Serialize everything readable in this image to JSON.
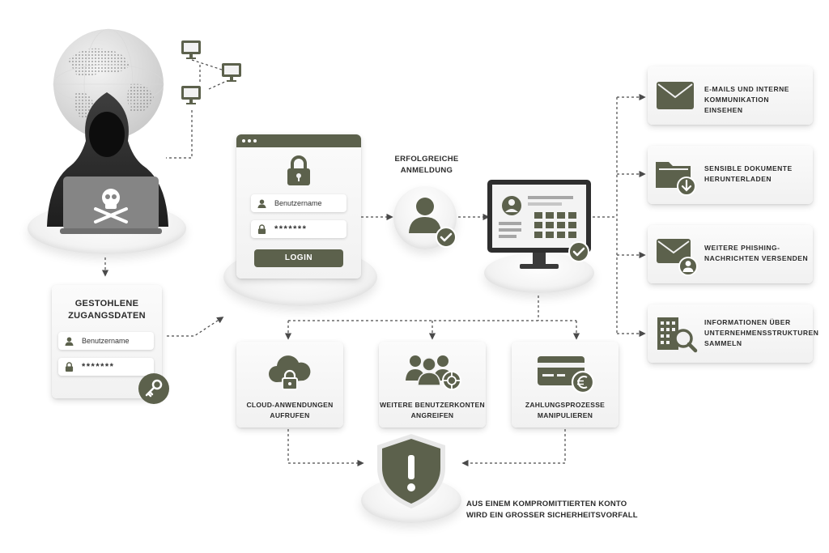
{
  "credentials": {
    "title_line1": "Gestohlene",
    "title_line2": "Zugangsdaten",
    "username": "Benutzername",
    "password": "*******"
  },
  "login": {
    "username": "Benutzername",
    "password": "*******",
    "button": "LOGIN"
  },
  "success": {
    "line1": "Erfolgreiche",
    "line2": "Anmeldung"
  },
  "outcomes": [
    {
      "line1": "E-Mails und interne",
      "line2": "Kommunikation einsehen",
      "icon": "envelope-icon"
    },
    {
      "line1": "Sensible Dokumente",
      "line2": "herunterladen",
      "icon": "folder-download-icon"
    },
    {
      "line1": "Weitere Phishing-",
      "line2": "Nachrichten versenden",
      "icon": "envelope-user-icon"
    },
    {
      "line1": "Informationen über",
      "line2": "Unternehmensstrukturen",
      "line3": "sammeln",
      "icon": "building-search-icon"
    }
  ],
  "actions": [
    {
      "line1": "Cloud-Anwendungen",
      "line2": "aufrufen",
      "icon": "cloud-lock-icon"
    },
    {
      "line1": "Weitere Benutzerkonten",
      "line2": "angreifen",
      "icon": "users-target-icon"
    },
    {
      "line1": "Zahlungsprozesse",
      "line2": "manipulieren",
      "icon": "credit-card-euro-icon"
    }
  ],
  "incident": {
    "line1": "Aus einem kompromittierten Konto",
    "line2": "wird ein grosser Sicherheitsvorfall"
  },
  "colors": {
    "accent": "#5c614c",
    "arrow": "#4a4a4a"
  }
}
